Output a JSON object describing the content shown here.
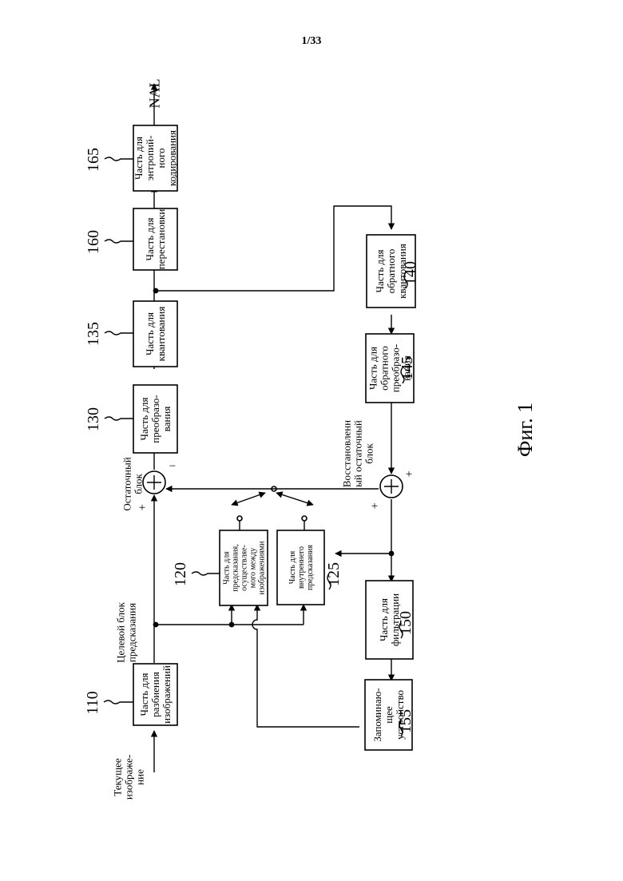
{
  "page": {
    "number": "1/33",
    "figure_caption": "Фиг. 1"
  },
  "signals": {
    "output": "NAL",
    "current_image": [
      "Текущее",
      "изображе-",
      "ние"
    ],
    "target_block": [
      "Целевой блок",
      "предсказания"
    ],
    "residual_block": [
      "Остаточный",
      "блок"
    ],
    "restored_residual": [
      "Восстановленн",
      "ый остаточный",
      "блок"
    ],
    "sum1_signs": {
      "plus": "+",
      "minus": "−"
    },
    "sum2_signs": {
      "plus_left": "+",
      "plus_right": "+"
    }
  },
  "blocks": {
    "b110": {
      "number": "110",
      "lines": [
        "Часть для",
        "разбиения",
        "изображений"
      ]
    },
    "b130": {
      "number": "130",
      "lines": [
        "Часть для",
        "преобразо-",
        "вания"
      ]
    },
    "b135": {
      "number": "135",
      "lines": [
        "Часть для",
        "квантования"
      ]
    },
    "b160": {
      "number": "160",
      "lines": [
        "Часть для",
        "перестановки"
      ]
    },
    "b165": {
      "number": "165",
      "lines": [
        "Часть для",
        "энтропий-",
        "ного",
        "кодирования"
      ]
    },
    "b140": {
      "number": "140",
      "lines": [
        "Часть для",
        "обратного",
        "квантования"
      ]
    },
    "b145": {
      "number": "145",
      "lines": [
        "Часть для",
        "обратного",
        "преобразо-",
        "вания"
      ]
    },
    "b120": {
      "number": "120",
      "lines": [
        "Часть для",
        "предсказания,",
        "осуществляе-",
        "мого между",
        "изображениями"
      ]
    },
    "b125": {
      "number": "125",
      "lines": [
        "Часть для",
        "внутреннего",
        "предсказания"
      ]
    },
    "b150": {
      "number": "150",
      "lines": [
        "Часть для",
        "фильтрации"
      ]
    },
    "b155": {
      "number": "155",
      "lines": [
        "Запоминаю-",
        "щее",
        "устройство"
      ]
    }
  }
}
